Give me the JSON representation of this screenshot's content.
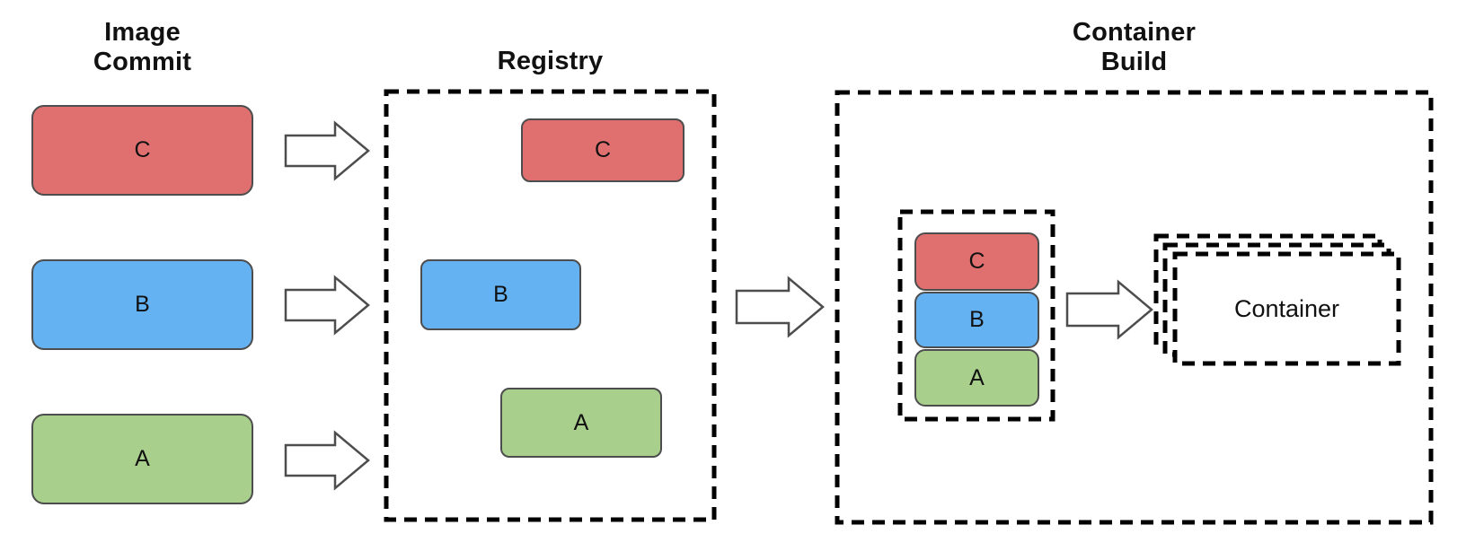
{
  "sections": {
    "image_commit": {
      "title": [
        "Image",
        "Commit"
      ],
      "boxes": [
        {
          "label": "C"
        },
        {
          "label": "B"
        },
        {
          "label": "A"
        }
      ]
    },
    "registry": {
      "title": [
        "Registry"
      ],
      "boxes": [
        {
          "label": "C"
        },
        {
          "label": "B"
        },
        {
          "label": "A"
        }
      ]
    },
    "container_build": {
      "title": [
        "Container",
        "Build"
      ],
      "image_stack": [
        {
          "label": "C"
        },
        {
          "label": "B"
        },
        {
          "label": "A"
        }
      ],
      "container": {
        "label": "Container"
      }
    }
  },
  "colors": {
    "layer_c": "#E07070",
    "layer_b": "#64B2F2",
    "layer_a": "#A8D08C",
    "box_outline": "#4D4D4D",
    "dashed_outline": "#000000",
    "arrow_outline": "#4D4D4D",
    "card_fill": "#FFFFFF"
  }
}
